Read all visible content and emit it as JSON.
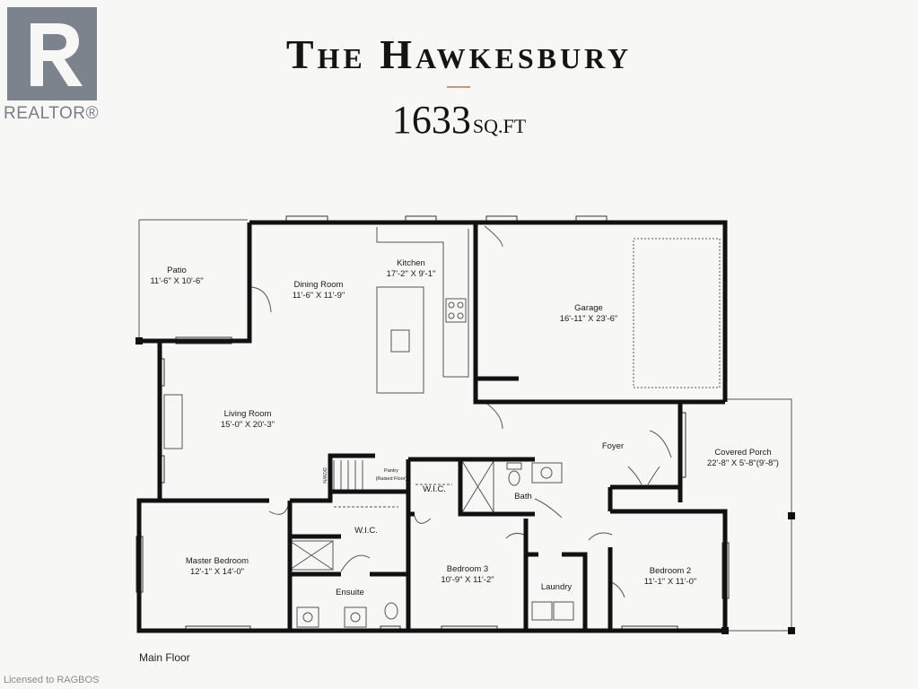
{
  "branding": {
    "realtor_logo_text": "REALTOR®"
  },
  "header": {
    "title": "The Hawkesbury",
    "sqft_value": "1633",
    "sqft_unit": "SQ.FT"
  },
  "rooms": {
    "patio": {
      "name": "Patio",
      "dims": "11'-6\" X 10'-6\""
    },
    "dining": {
      "name": "Dining Room",
      "dims": "11'-6\" X 11'-9\""
    },
    "kitchen": {
      "name": "Kitchen",
      "dims": "17'-2\" X 9'-1\""
    },
    "garage": {
      "name": "Garage",
      "dims": "16'-11\" X 23'-6\""
    },
    "living": {
      "name": "Living Room",
      "dims": "15'-0\" X 20'-3\""
    },
    "foyer": {
      "name": "Foyer"
    },
    "porch": {
      "name": "Covered Porch",
      "dims": "22'-8\" X 5'-8\"(9'-8\")"
    },
    "pantry": {
      "name": "Pantry",
      "note": "(Raised Floor)"
    },
    "wic_hall": {
      "name": "W.I.C."
    },
    "bath": {
      "name": "Bath"
    },
    "master": {
      "name": "Master Bedroom",
      "dims": "12'-1\" X 14'-0\""
    },
    "wic_master": {
      "name": "W.I.C."
    },
    "ensuite": {
      "name": "Ensuite"
    },
    "bed3": {
      "name": "Bedroom 3",
      "dims": "10'-9\" X 11'-2\""
    },
    "laundry": {
      "name": "Laundry"
    },
    "bed2": {
      "name": "Bedroom 2",
      "dims": "11'-1\" X 11'-0\""
    },
    "stairs": {
      "label": "DOWN"
    }
  },
  "footer": {
    "floor_label": "Main Floor",
    "license": "Licensed to RAGBOS"
  }
}
